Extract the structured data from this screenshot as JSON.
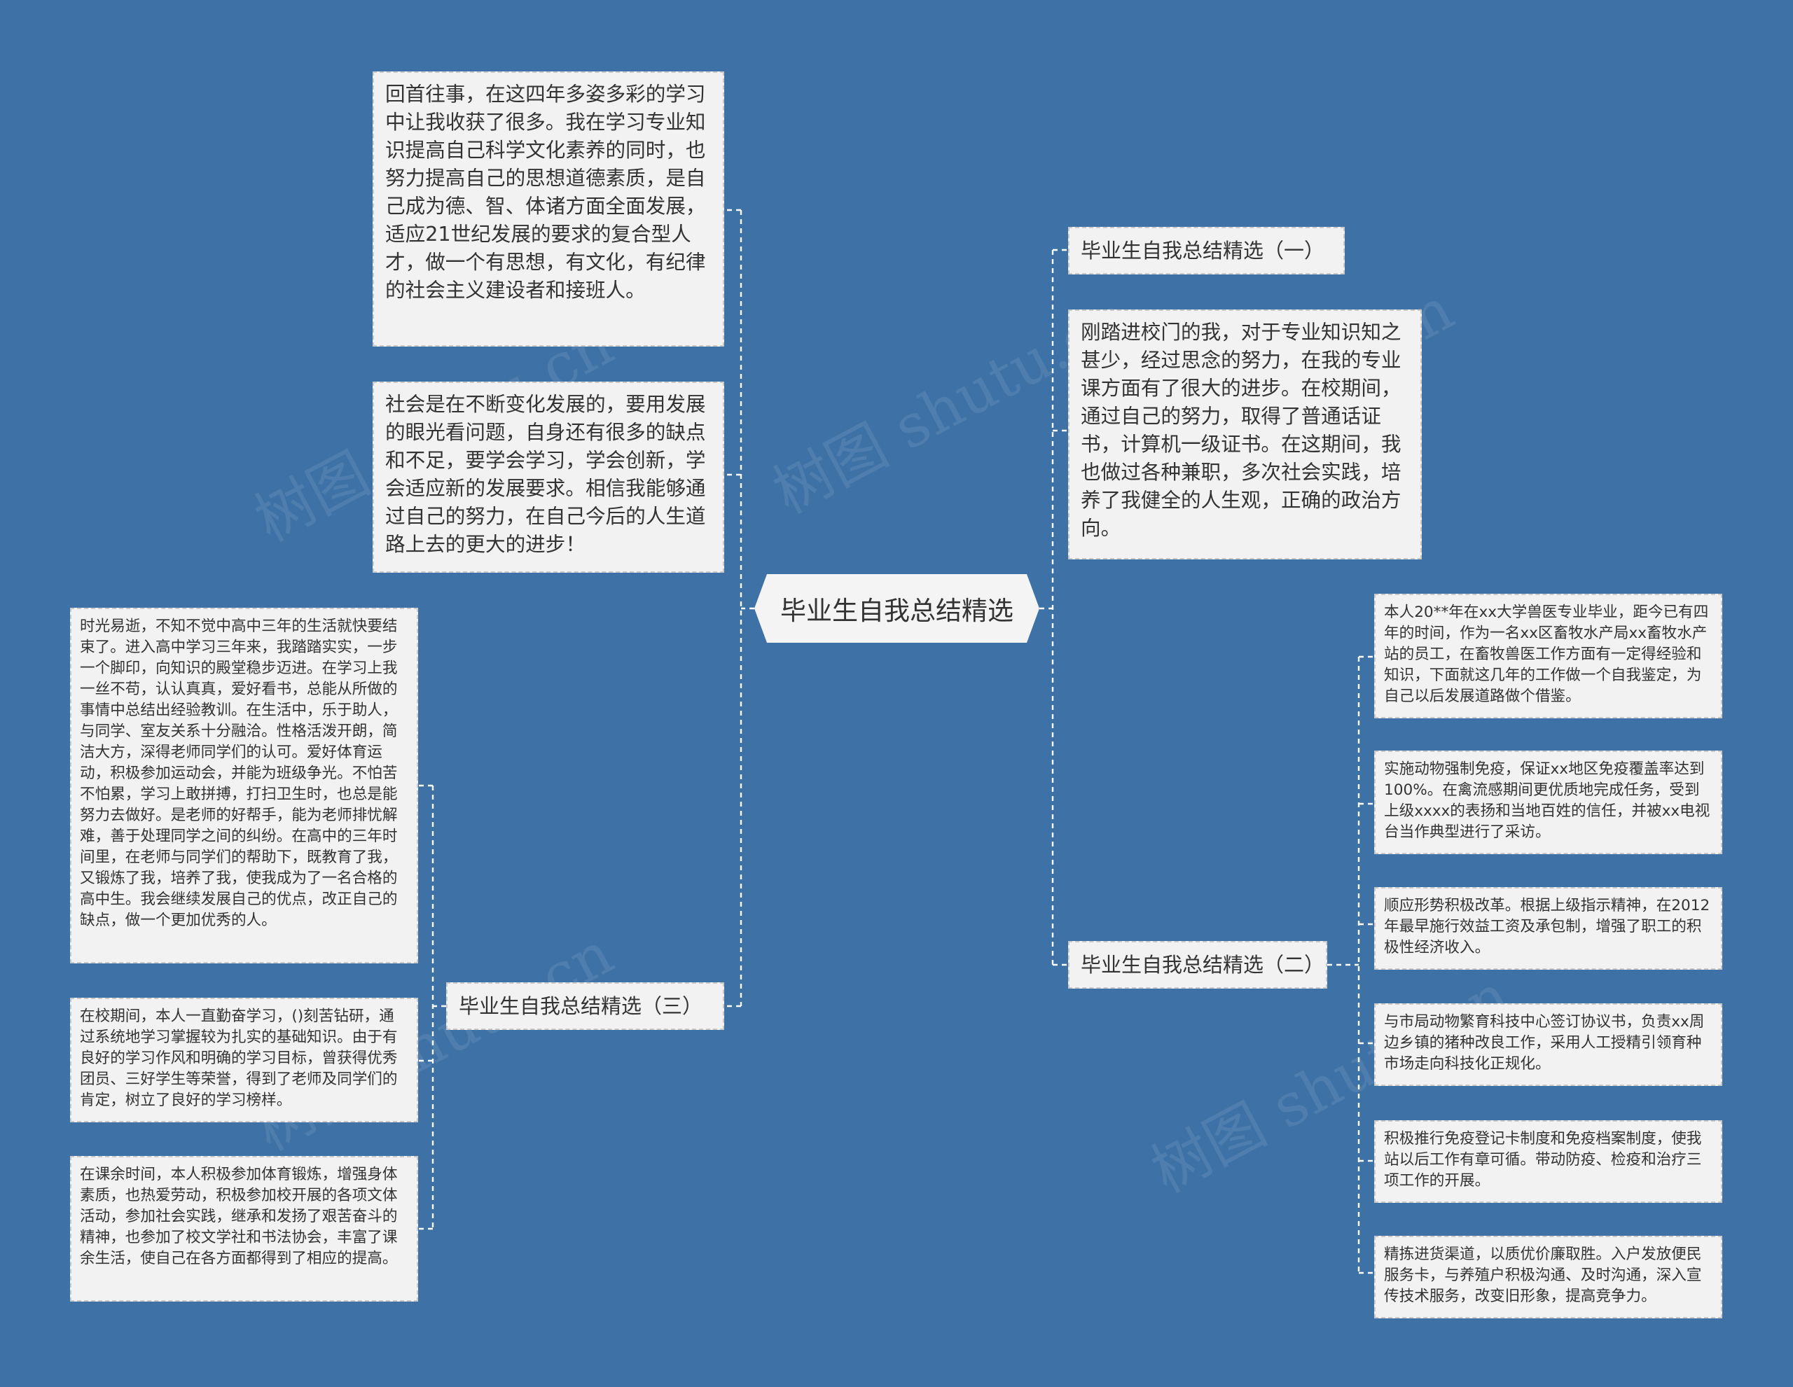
{
  "root": {
    "label": "毕业生自我总结精选"
  },
  "branch1": {
    "label": "毕业生自我总结精选（一）",
    "items": [
      "刚踏进校门的我，对于专业知识知之甚少，经过思念的努力，在我的专业课方面有了很大的进步。在校期间，通过自己的努力，取得了普通话证书，计算机一级证书。在这期间，我也做过各种兼职，多次社会实践，培养了我健全的人生观，正确的政治方向。"
    ]
  },
  "branch2": {
    "label": "毕业生自我总结精选（二）",
    "items": [
      "本人20**年在xx大学兽医专业毕业，距今已有四年的时间，作为一名xx区畜牧水产局xx畜牧水产站的员工，在畜牧兽医工作方面有一定得经验和知识，下面就这几年的工作做一个自我鉴定，为自己以后发展道路做个借鉴。",
      "实施动物强制免疫，保证xx地区免疫覆盖率达到100%。在禽流感期间更优质地完成任务，受到上级xxxx的表扬和当地百姓的信任，并被xx电视台当作典型进行了采访。",
      "顺应形势积极改革。根据上级指示精神，在2012年最早施行效益工资及承包制，增强了职工的积极性经济收入。",
      "与市局动物繁育科技中心签订协议书，负责xx周边乡镇的猪种改良工作，采用人工授精引领育种市场走向科技化正规化。",
      "积极推行免疫登记卡制度和免疫档案制度，使我站以后工作有章可循。带动防疫、检疫和治疗三项工作的开展。",
      "精拣进货渠道，以质优价廉取胜。入户发放便民服务卡，与养殖户积极沟通、及时沟通，深入宣传技术服务，改变旧形象，提高竞争力。"
    ]
  },
  "branch3": {
    "label": "毕业生自我总结精选（三）",
    "items": [
      "时光易逝，不知不觉中高中三年的生活就快要结束了。进入高中学习三年来，我踏踏实实，一步一个脚印，向知识的殿堂稳步迈进。在学习上我一丝不苟，认认真真，爱好看书，总能从所做的事情中总结出经验教训。在生活中，乐于助人，与同学、室友关系十分融洽。性格活泼开朗，简洁大方，深得老师同学们的认可。爱好体育运动，积极参加运动会，并能为班级争光。不怕苦不怕累，学习上敢拼搏，打扫卫生时，也总是能努力去做好。是老师的好帮手，能为老师排忧解难，善于处理同学之间的纠纷。在高中的三年时间里，在老师与同学们的帮助下，既教育了我，又锻炼了我，培养了我，使我成为了一名合格的高中生。我会继续发展自己的优点，改正自己的缺点，做一个更加优秀的人。",
      "在校期间，本人一直勤奋学习，()刻苦钻研，通过系统地学习掌握较为扎实的基础知识。由于有良好的学习作风和明确的学习目标，曾获得优秀团员、三好学生等荣誉，得到了老师及同学们的肯定，树立了良好的学习榜样。",
      "在课余时间，本人积极参加体育锻炼，增强身体素质，也热爱劳动，积极参加校开展的各项文体活动，参加社会实践，继承和发扬了艰苦奋斗的精神，也参加了校文学社和书法协会，丰富了课余生活，使自己在各方面都得到了相应的提高。"
    ]
  },
  "left_notes": [
    "回首往事，在这四年多姿多彩的学习中让我收获了很多。我在学习专业知识提高自己科学文化素养的同时，也努力提高自己的思想道德素质，是自己成为德、智、体诸方面全面发展，适应21世纪发展的要求的复合型人才，做一个有思想，有文化，有纪律的社会主义建设者和接班人。",
    "社会是在不断变化发展的，要用发展的眼光看问题，自身还有很多的缺点和不足，要学会学习，学会创新，学会适应新的发展要求。相信我能够通过自己的努力，在自己今后的人生道路上去的更大的进步！"
  ],
  "watermarks": [
    "树图 shutu.cn",
    "树图 shutu.cn",
    "树图 shutu.cn",
    "树图 shutu.cn",
    "树图 shutu.cn"
  ],
  "colors": {
    "background": "#3e72a6",
    "node": "#f2f2f2",
    "line": "#ffffff"
  }
}
